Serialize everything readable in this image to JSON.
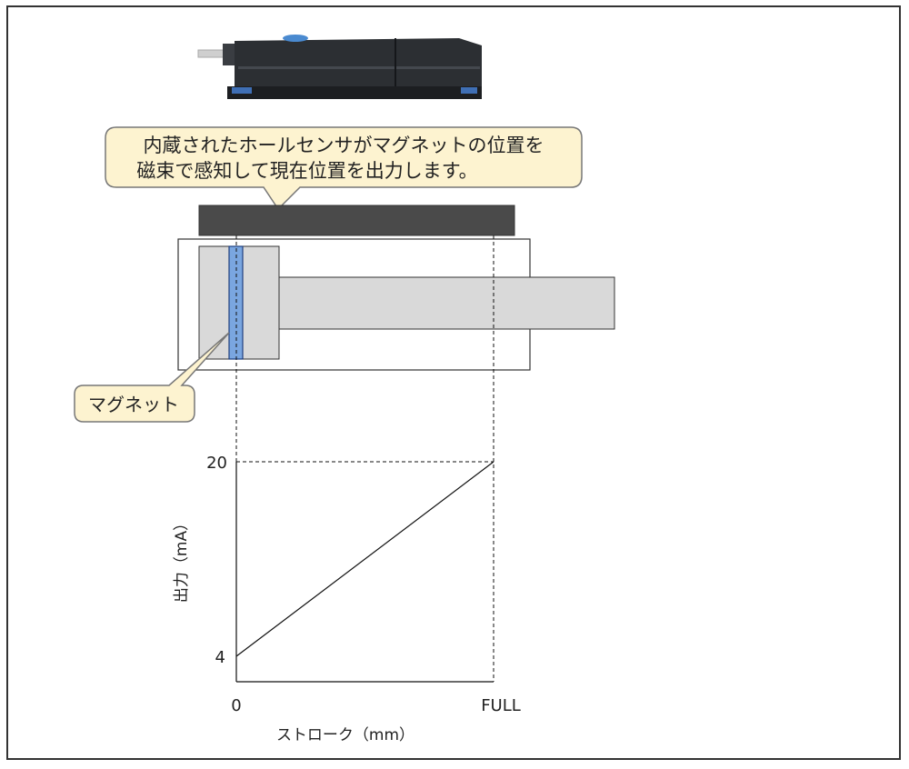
{
  "callout_sensor": {
    "line1": "内蔵されたホールセンサがマグネットの位置を",
    "line2": "磁束で感知して現在位置を出力します。"
  },
  "callout_magnet": {
    "label": "マグネット"
  },
  "colors": {
    "callout_fill": "#fdf3d0",
    "callout_stroke": "#777777",
    "sensor_bar": "#4a4a4a",
    "piston": "#d9d9d9",
    "magnet": "#7aa6e0",
    "sensor_body": "#2c2f33"
  },
  "chart_data": {
    "type": "line",
    "xlabel": "ストローク（mm）",
    "ylabel": "出力（mA）",
    "x_ticks": [
      "0",
      "FULL"
    ],
    "y_ticks": [
      "4",
      "20"
    ],
    "ylim": [
      4,
      20
    ],
    "series": [
      {
        "points": [
          {
            "x": "0",
            "y": 4
          },
          {
            "x": "FULL",
            "y": 20
          }
        ]
      }
    ]
  }
}
